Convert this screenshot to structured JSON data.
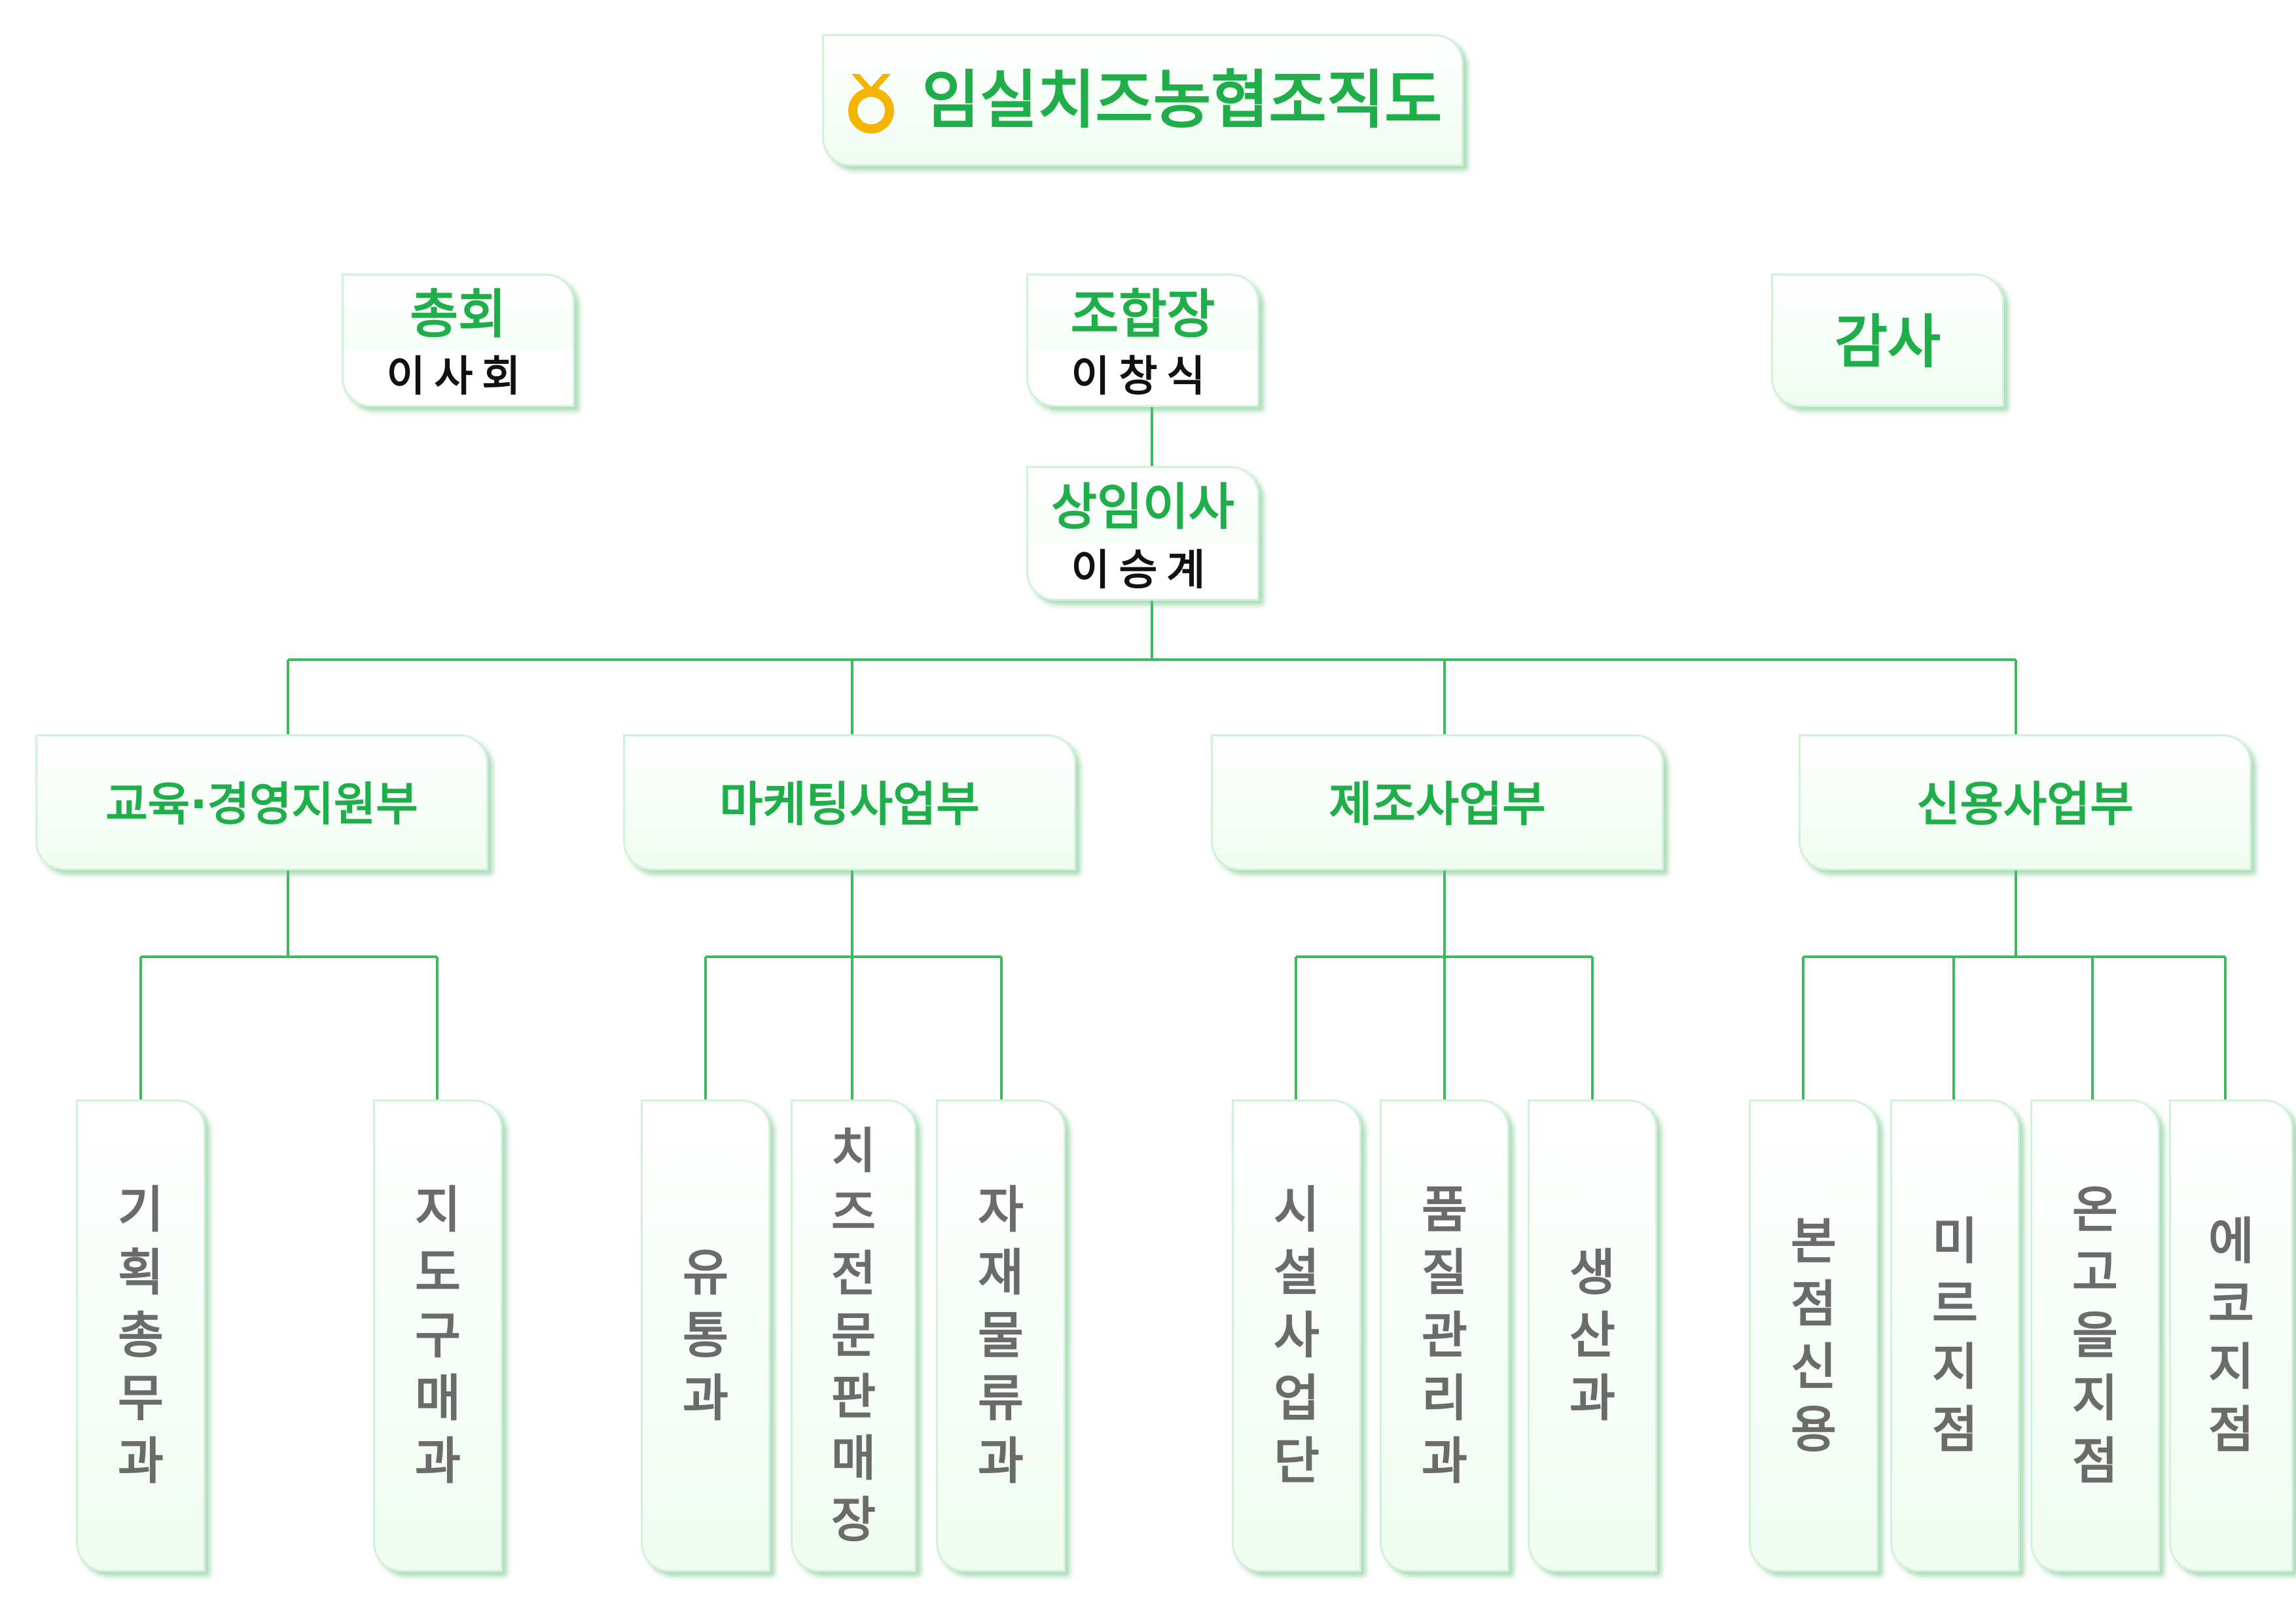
{
  "title": "임실치즈농협조직도",
  "logo": "nonghyup-logo-icon",
  "colors": {
    "accent": "#1fae49",
    "line": "#3dba5f",
    "dept_text": "#6b6b6b"
  },
  "general_assembly": {
    "label": "총회",
    "sub": "이사회"
  },
  "president": {
    "label": "조합장",
    "name": "이창식"
  },
  "auditor": {
    "label": "감사"
  },
  "managing_director": {
    "label": "상임이사",
    "name": "이승계"
  },
  "divisions": [
    {
      "label": "교육·경영지원부",
      "teams": [
        "기획총무과",
        "지도구매과"
      ]
    },
    {
      "label": "마케팅사업부",
      "teams": [
        "유통과",
        "치즈전문판매장",
        "자재물류과"
      ]
    },
    {
      "label": "제조사업부",
      "teams": [
        "시설사업단",
        "품질관리과",
        "생산과"
      ]
    },
    {
      "label": "신용사업부",
      "teams": [
        "본점신용",
        "미르지점",
        "온고을지점",
        "에코지점"
      ]
    }
  ]
}
